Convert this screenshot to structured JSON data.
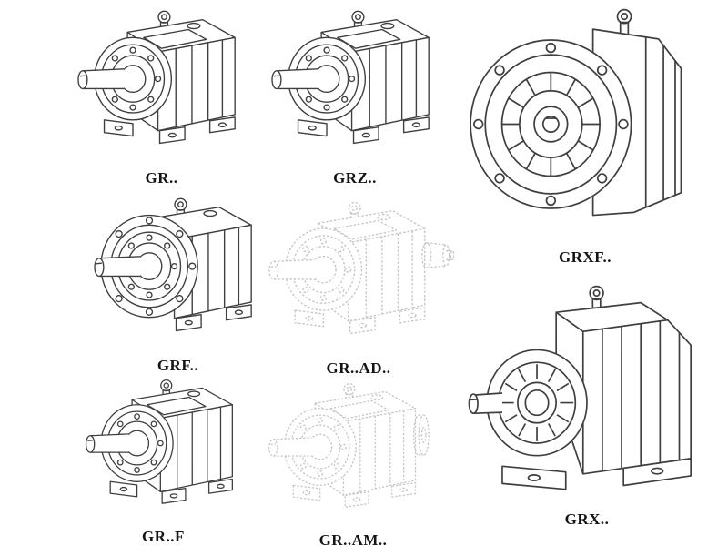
{
  "style": {
    "background": "#ffffff",
    "line_color": "#3f3f3f",
    "faint_line_color": "#c6c6c6",
    "label_color": "#141414"
  },
  "models": [
    {
      "id": "gr",
      "label": "GR.."
    },
    {
      "id": "grz",
      "label": "GRZ.."
    },
    {
      "id": "grxf",
      "label": "GRXF.."
    },
    {
      "id": "grf",
      "label": "GRF.."
    },
    {
      "id": "gr-ad",
      "label": "GR..AD.."
    },
    {
      "id": "gr-f",
      "label": "GR..F"
    },
    {
      "id": "gr-am",
      "label": "GR..AM.."
    },
    {
      "id": "grx",
      "label": "GRX.."
    }
  ]
}
